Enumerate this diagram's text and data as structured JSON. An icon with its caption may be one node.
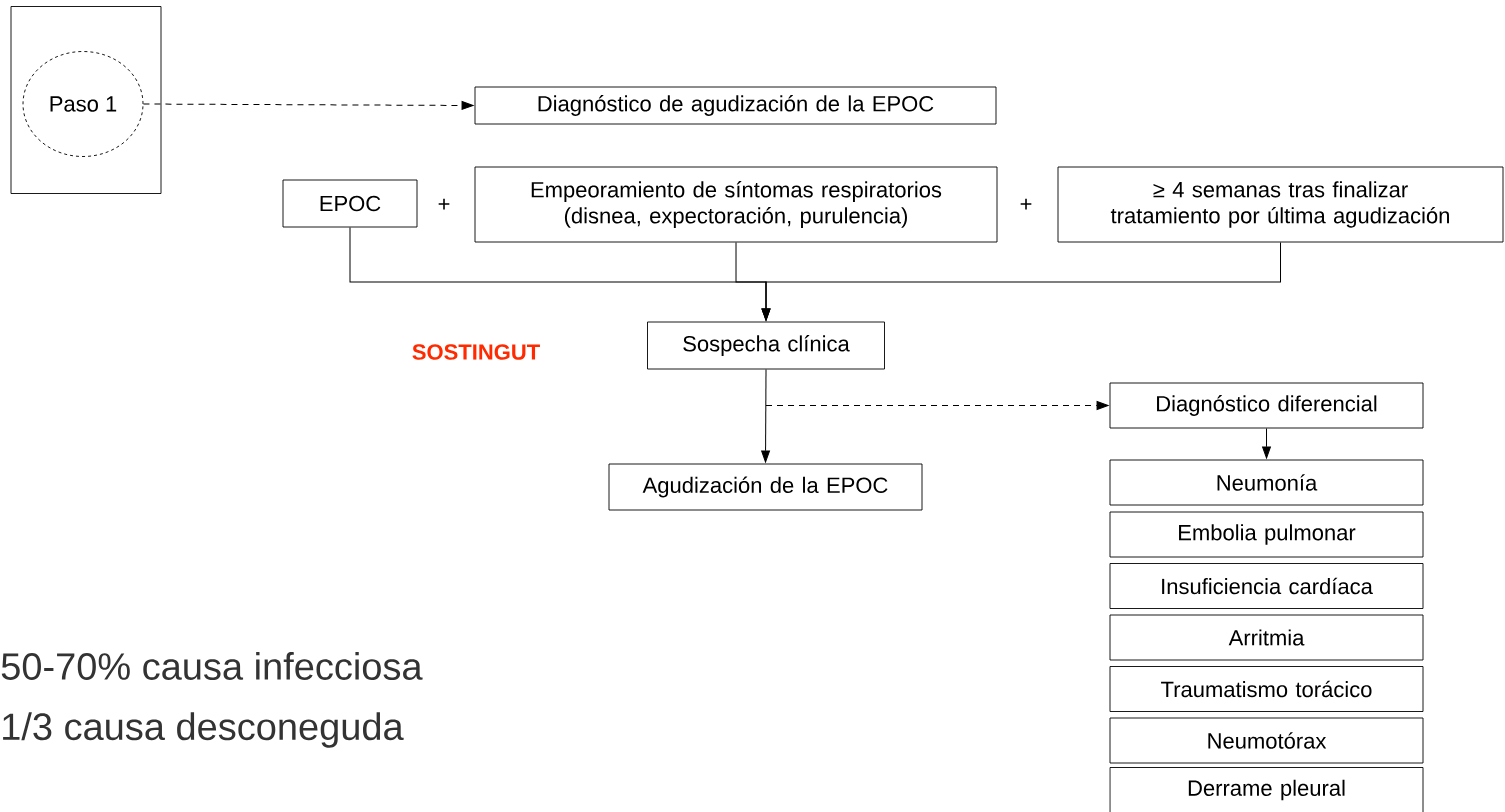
{
  "diagram": {
    "nodes": [
      {
        "text": [],
        "shape": "box"
      },
      {
        "text": [
          "Paso 1"
        ],
        "in": 0
      },
      {
        "text": [
          "Diagnóstico de agudización de la EPOC"
        ]
      },
      {
        "text": [
          "EPOC"
        ]
      },
      {
        "text": [
          "Empeoramiento de síntomas respiratorios (disnea, expectoración, purulencia)"
        ]
      },
      {
        "text": [
          "≥ 4 semanas tras finalizar tratamiento por última agudización"
        ]
      },
      {
        "text": [
          "Sospecha clínica"
        ]
      },
      {
        "text": [
          "Agudización de la EPOC"
        ]
      },
      {
        "text": [
          "Diagnóstico diferencial"
        ]
      },
      {
        "text": [
          "Neumonía"
        ]
      },
      {
        "text": [
          "Embolia pulmonar"
        ]
      },
      {
        "text": [
          "Insuficiencia cardíaca"
        ]
      },
      {
        "text": [
          "Arritmia"
        ]
      },
      {
        "text": [
          "Traumatismo torácico"
        ]
      },
      {
        "text": [
          "Neumotórax"
        ]
      },
      {
        "text": [
          "Derrame pleural"
        ]
      }
    ],
    "edges": [
      {
        "from": 1,
        "to": 2,
        "arrow": "to",
        "style": "dashed"
      },
      {
        "from": 3,
        "to": 6,
        "arrow": "to"
      },
      {
        "from": 4,
        "to": 6,
        "arrow": "to"
      },
      {
        "from": 5,
        "to": 6,
        "arrow": "to"
      },
      {
        "from": 6,
        "to": 7,
        "arrow": "to"
      },
      {
        "from": 6,
        "to": 8,
        "arrow": "to",
        "style": "dashed"
      },
      {
        "from": 8,
        "to": 9,
        "arrow": "to"
      }
    ],
    "labels": [
      "+",
      "+",
      "SOSTINGUT",
      "50-70% causa infecciosa",
      "1/3 causa desconeguda"
    ]
  }
}
